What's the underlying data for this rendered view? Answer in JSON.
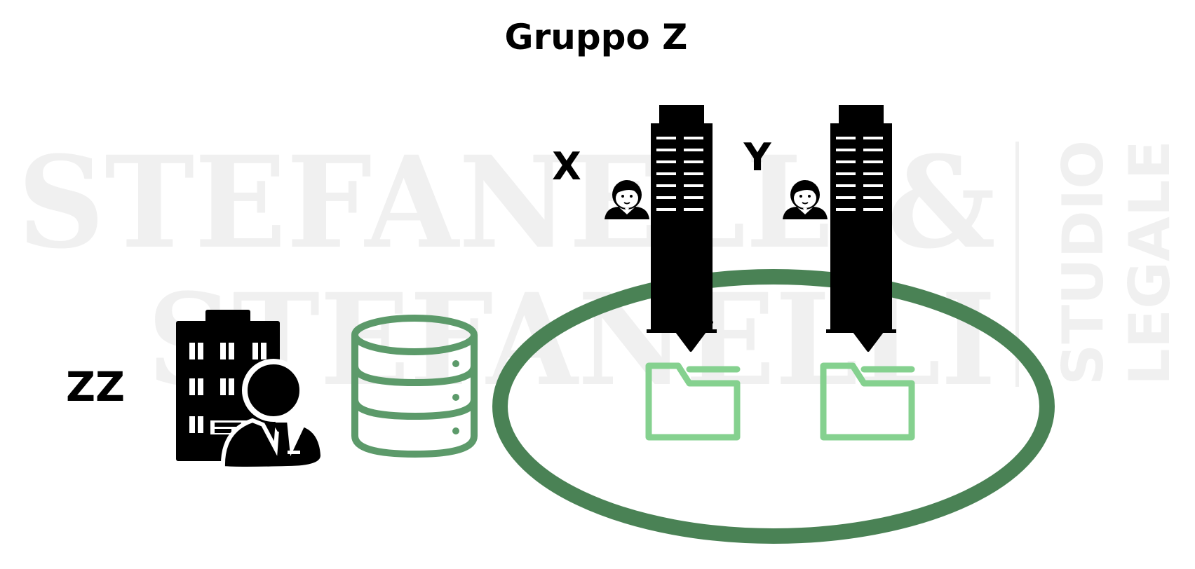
{
  "title": "Gruppo Z",
  "watermark": {
    "line1": "STEFANELLI&",
    "line2": "STEFANELLI",
    "side1": "STUDIO",
    "side2": "LEGALE"
  },
  "entities": {
    "x": {
      "label": "X",
      "icons": [
        "user-icon",
        "office-building-icon"
      ]
    },
    "y": {
      "label": "Y",
      "icons": [
        "user-icon",
        "office-building-icon"
      ]
    },
    "zz": {
      "label": "ZZ",
      "icons": [
        "office-building-icon",
        "businessman-icon"
      ]
    }
  },
  "database": {
    "icon": "database-icon"
  },
  "folders": [
    "folder-icon",
    "folder-icon"
  ],
  "colors": {
    "ellipse": "#4a8255",
    "folder": "#85d18f",
    "database": "#5c9a6a",
    "icons": "#000000",
    "watermark": "#f0f0f0"
  }
}
